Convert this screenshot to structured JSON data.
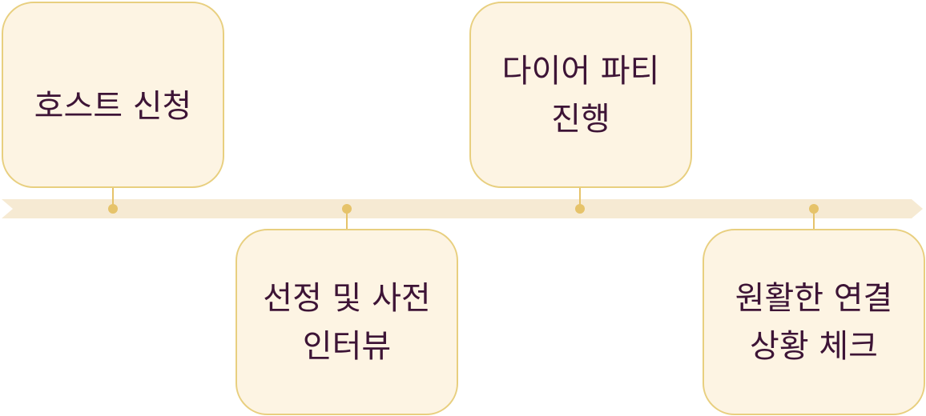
{
  "colors": {
    "band": "#f6ead3",
    "marker": "#e6c36a",
    "connector": "#e6c36a",
    "card_fill": "#fdf4e3",
    "card_border": "#e8cf7f",
    "text": "#3d1436"
  },
  "steps": [
    {
      "label": "호스트 신청",
      "position": "above"
    },
    {
      "label": "선정 및 사전 인터뷰",
      "position": "below"
    },
    {
      "label": "다이어 파티 진행",
      "position": "above"
    },
    {
      "label": "원활한 연결 상황 체크",
      "position": "below"
    }
  ]
}
